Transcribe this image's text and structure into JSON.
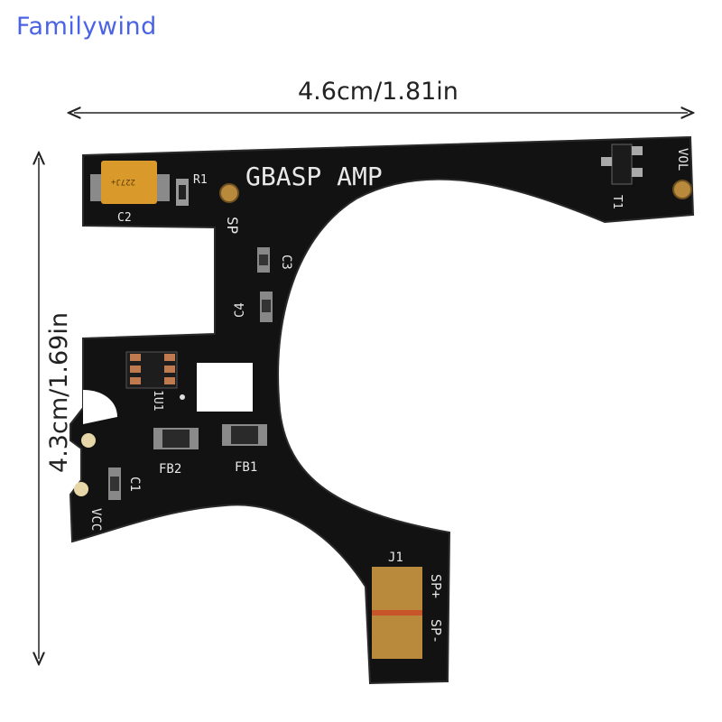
{
  "watermark": "Familywind",
  "dimensions": {
    "width_label": "4.6cm/1.81in",
    "height_label": "4.3cm/1.69in"
  },
  "board": {
    "title": "GBASP AMP",
    "labels": {
      "r1": "R1",
      "c2": "C2",
      "sp": "SP",
      "c3": "C3",
      "c4": "C4",
      "u1": "1U1",
      "fb2": "FB2",
      "fb1": "FB1",
      "c1": "C1",
      "vcc": "VCC",
      "j1": "J1",
      "sp_plus": "SP+",
      "sp_minus": "SP-",
      "vol": "VOL",
      "t1": "T1"
    },
    "capacitor_marking": "227J+",
    "colors": {
      "pcb": "#121212",
      "silkscreen": "#e8e8e8",
      "gold_pad": "#b98a3c",
      "tantalum": "#d99a2b"
    }
  }
}
